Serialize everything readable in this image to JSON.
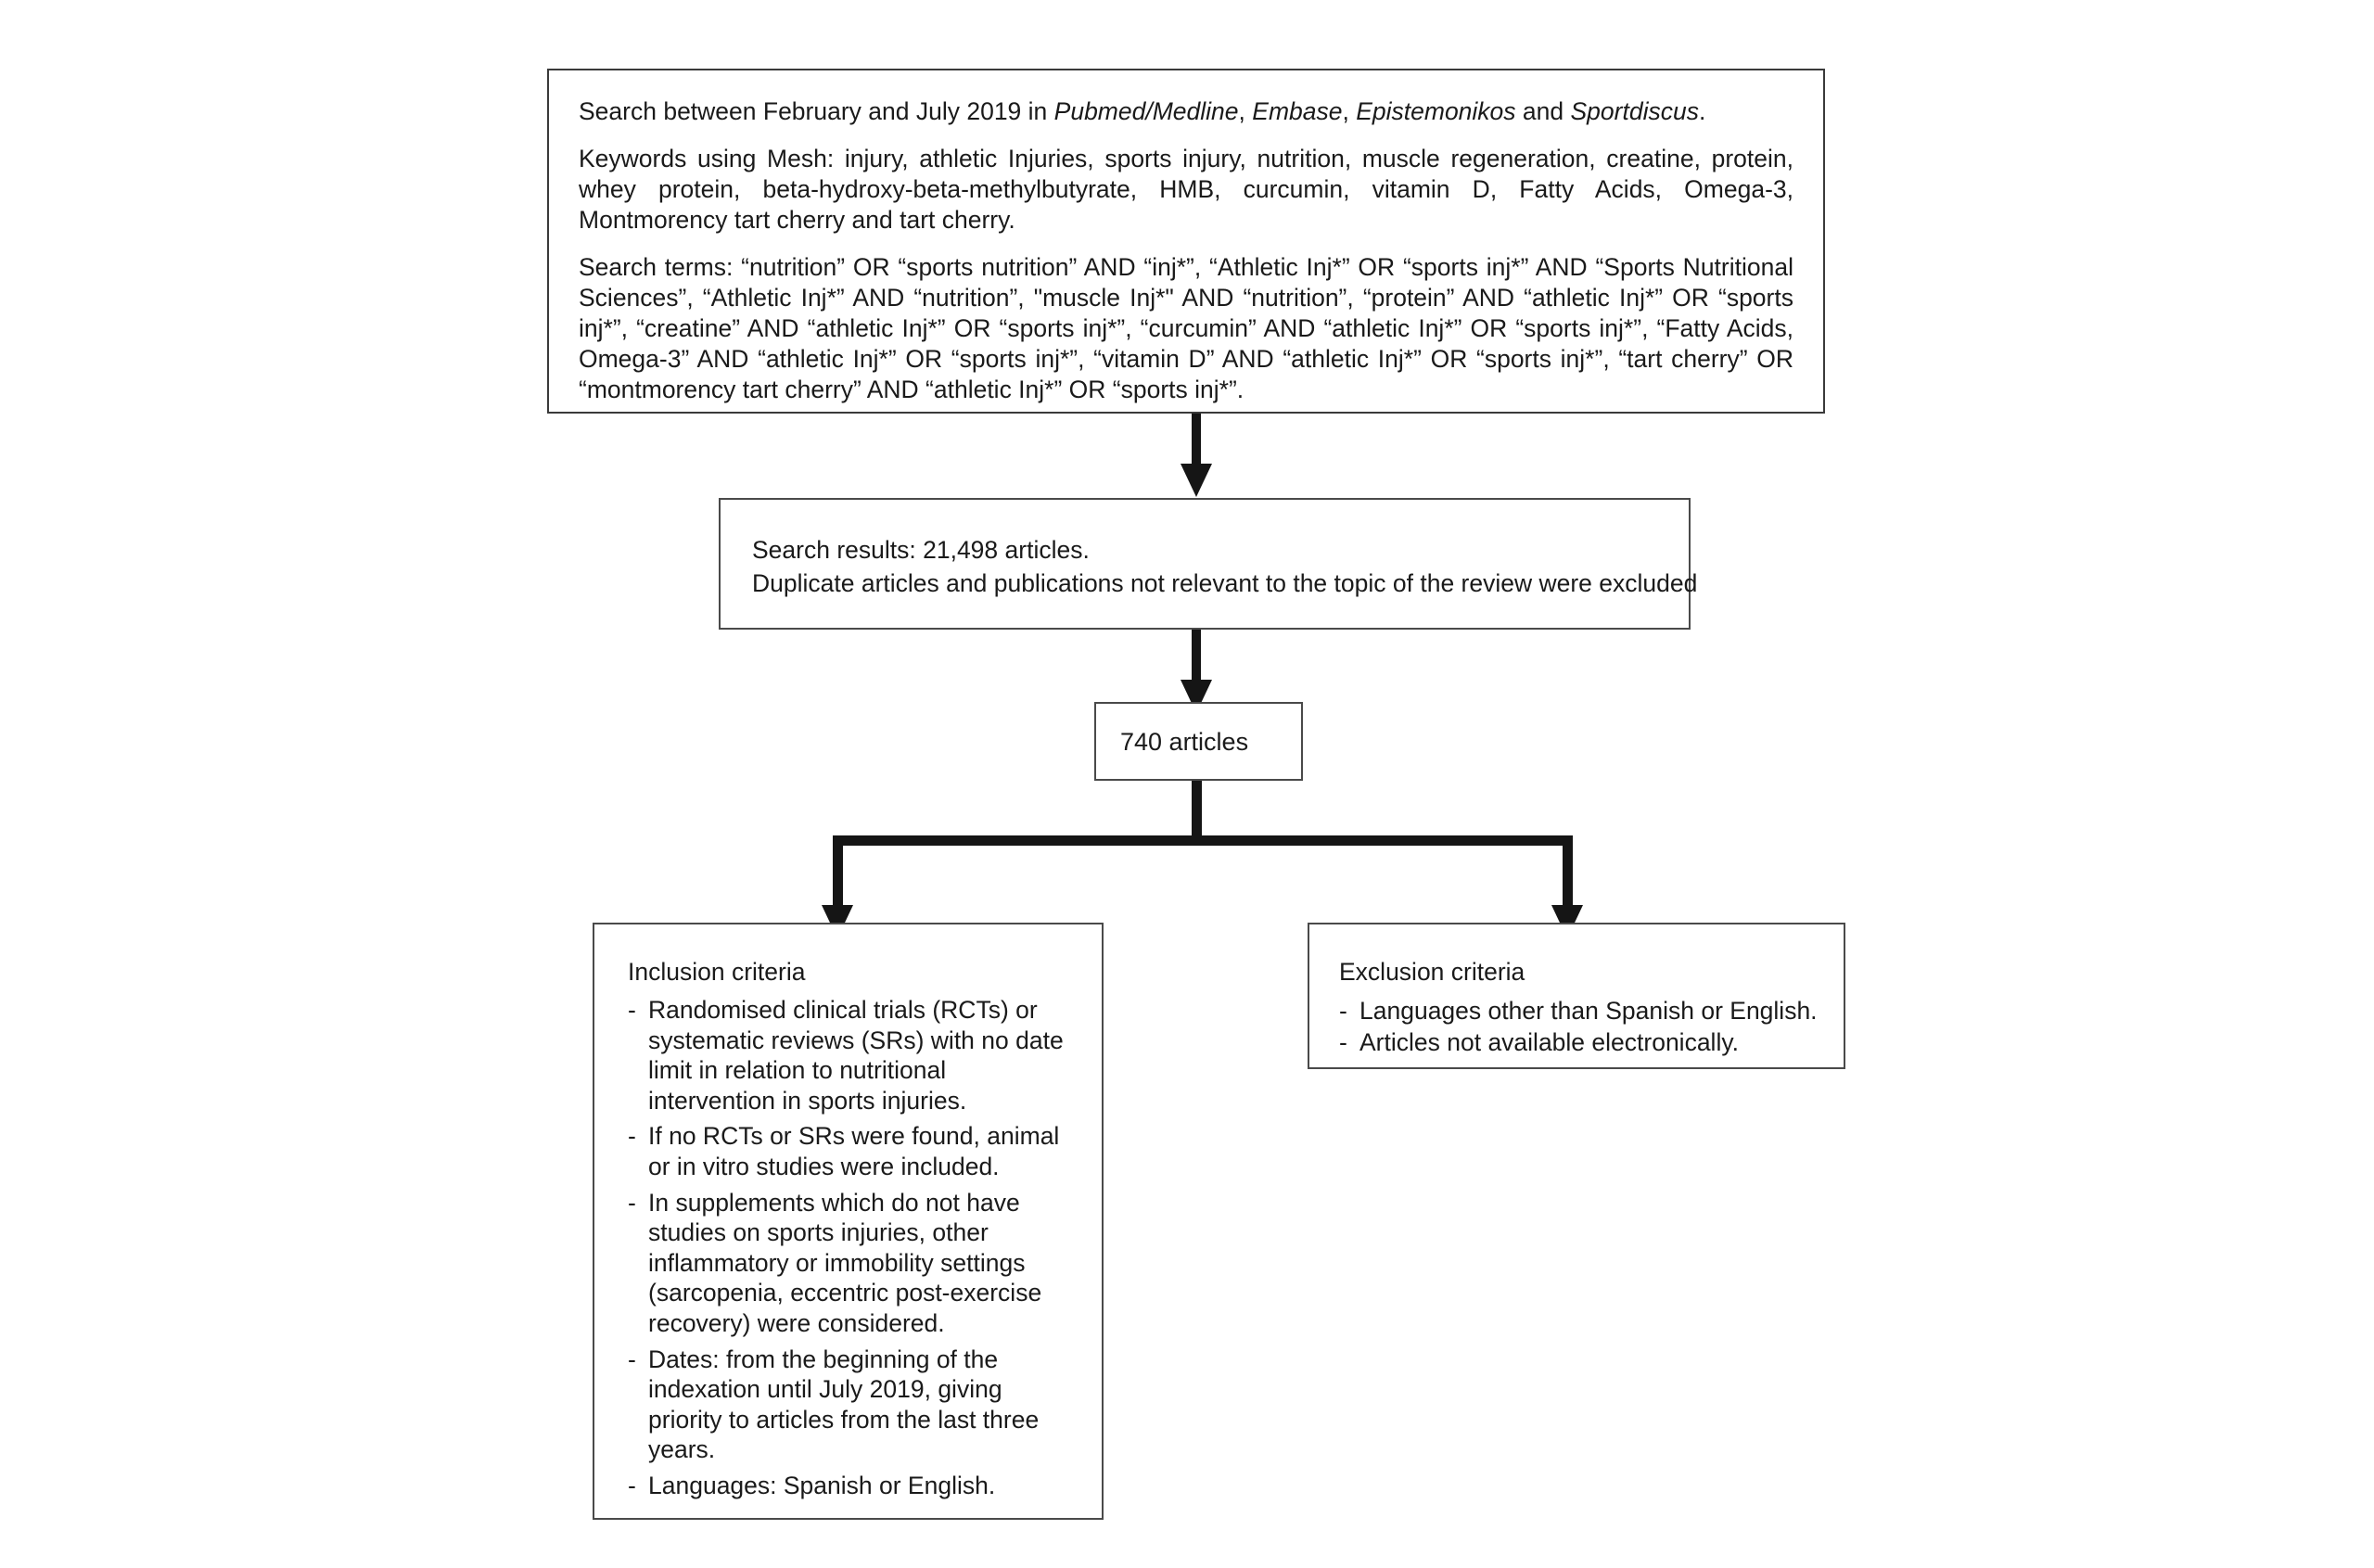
{
  "diagram": {
    "type": "flowchart",
    "title": "Literature search and selection flow diagram",
    "line_color": "#151515",
    "box_border_color": "#4a4a4a",
    "background": "#ffffff"
  },
  "search_box": {
    "paragraph_1": {
      "prefix": "Search between February and July 2019 in ",
      "source_1": "Pubmed/Medline",
      "sep_1": ", ",
      "source_2": "Embase",
      "sep_2": ", ",
      "source_3": "Epistemonikos",
      "sep_3": " and ",
      "source_4": "Sportdiscus",
      "suffix": "."
    },
    "paragraph_2": "Keywords using Mesh: injury, athletic Injuries, sports injury, nutrition, muscle regeneration, creatine, protein, whey protein, beta-hydroxy-beta-methylbutyrate, HMB, curcumin, vitamin D, Fatty Acids, Omega-3, Montmorency tart cherry and tart cherry.",
    "paragraph_3": "Search terms: “nutrition” OR “sports nutrition” AND “inj*”, “Athletic Inj*” OR “sports inj*” AND “Sports Nutritional Sciences”, “Athletic Inj*” AND “nutrition”, \"muscle Inj*\" AND “nutrition”, “protein” AND “athletic Inj*” OR “sports inj*”, “creatine” AND “athletic Inj*” OR “sports inj*”, “curcumin” AND “athletic Inj*” OR “sports inj*”, “Fatty Acids, Omega-3” AND “athletic Inj*” OR “sports inj*”, “vitamin D” AND “athletic Inj*” OR “sports inj*”, “tart cherry” OR “montmorency tart cherry” AND “athletic Inj*” OR “sports inj*”."
  },
  "results_box": {
    "line_1": "Search results: 21,498 articles.",
    "line_2": "Duplicate articles and publications not relevant to the topic of the review were excluded"
  },
  "articles_box": {
    "label": "740 articles"
  },
  "inclusion_box": {
    "title": "Inclusion criteria",
    "items": [
      "Randomised clinical trials (RCTs) or systematic reviews (SRs) with no date limit in relation to nutritional intervention in sports injuries.",
      "If no RCTs or SRs were found, animal or in vitro studies were included.",
      "In supplements which do not have studies on sports injuries, other inflammatory or immobility settings (sarcopenia, eccentric post-exercise recovery) were considered.",
      "Dates: from the beginning of the indexation until July 2019, giving priority to articles from the last three years.",
      "Languages: Spanish or English."
    ],
    "dash": "-"
  },
  "exclusion_box": {
    "title": "Exclusion criteria",
    "items": [
      "Languages other than Spanish or English.",
      "Articles not available electronically."
    ],
    "dash": "-"
  }
}
